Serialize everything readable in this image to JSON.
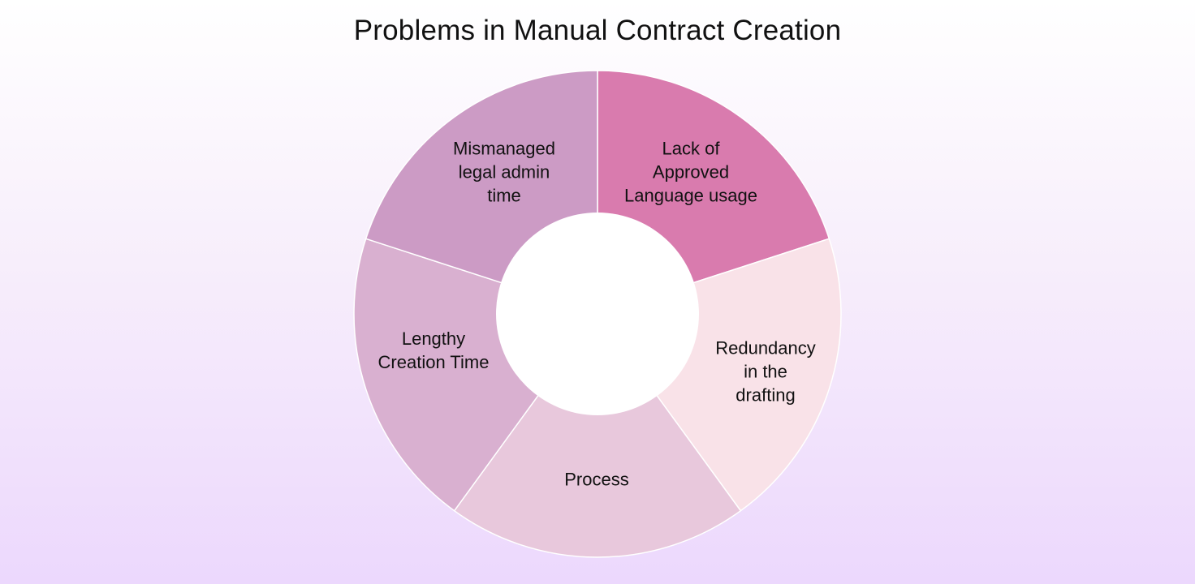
{
  "chart_data": {
    "type": "pie",
    "subtype": "donut",
    "title": "Problems in Manual Contract Creation",
    "categories": [
      "Lack of Approved Language usage",
      "Redundancy in the drafting",
      "Process",
      "Lengthy Creation Time",
      "Mismanaged legal admin time"
    ],
    "values": [
      20,
      20,
      20,
      20,
      20
    ],
    "colors": [
      "#d97bae",
      "#f9e2e8",
      "#e8c8dc",
      "#d9b0d0",
      "#cc9bc5"
    ],
    "legend": "none",
    "labels_inside": true
  },
  "title": "Problems in Manual Contract Creation",
  "segments": [
    {
      "label": "Lack of\nApproved\nLanguage usage",
      "color": "#d97bae"
    },
    {
      "label": "Redundancy\nin the\ndrafting",
      "color": "#f9e2e8"
    },
    {
      "label": "Process",
      "color": "#e8c8dc"
    },
    {
      "label": "Lengthy\nCreation Time",
      "color": "#d9b0d0"
    },
    {
      "label": "Mismanaged\nlegal admin\ntime",
      "color": "#cc9bc5"
    }
  ]
}
